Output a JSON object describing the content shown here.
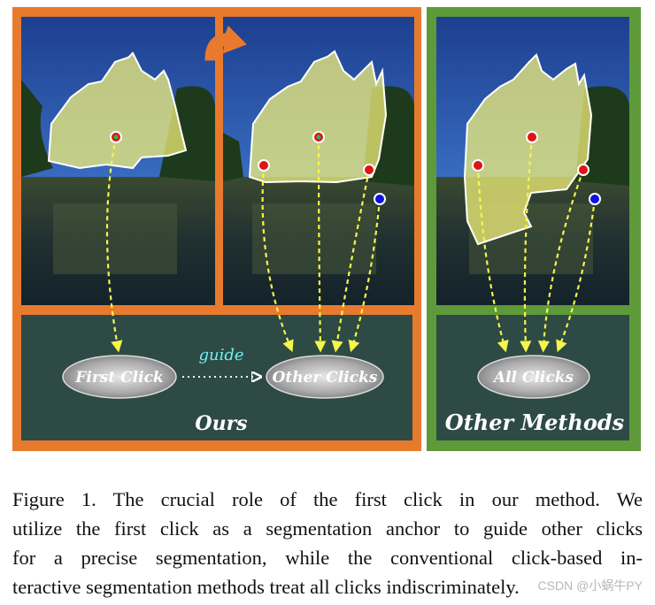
{
  "figure": {
    "panel_ours": {
      "first_click_label": "First Click",
      "guide_label": "guide",
      "other_clicks_label": "Other Clicks",
      "section_label": "Ours"
    },
    "panel_other": {
      "all_clicks_label": "All Clicks",
      "section_label": "Other Methods"
    },
    "colors": {
      "ours_border": "#e87a2e",
      "other_border": "#5f9a3a",
      "bottom_bg": "#2e4a45",
      "mask": "#f2f07a",
      "positive_click": "#e01414",
      "negative_click": "#1010e0",
      "first_click": "#18c040",
      "arrow": "#f5f54a",
      "guide_text": "#6ff0ee"
    }
  },
  "caption": {
    "lines": [
      "Figure 1.   The crucial role of the first click in our method.  We",
      "utilize the first click as a segmentation anchor to guide other clicks",
      "for a precise segmentation, while the conventional click-based in-",
      "teractive segmentation methods treat all clicks indiscriminately."
    ],
    "watermark": "CSDN @小蜗牛PY"
  }
}
